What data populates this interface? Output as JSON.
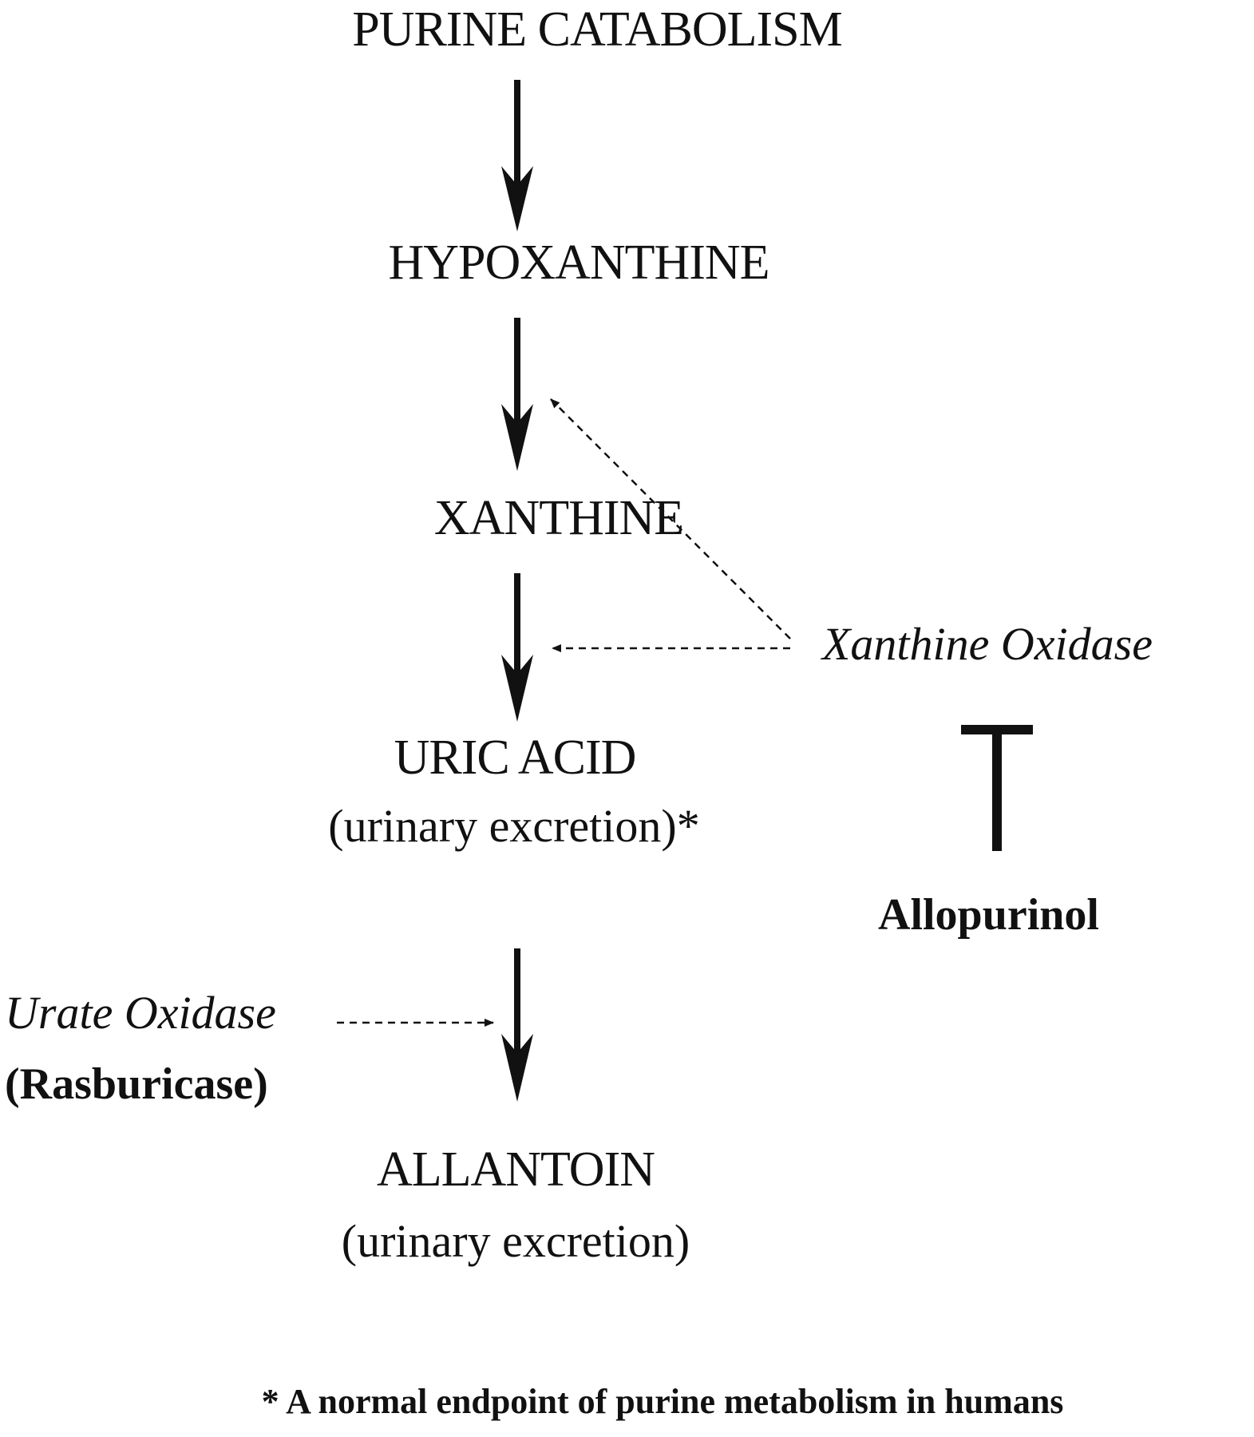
{
  "nodes": {
    "purine_catabolism": "PURINE CATABOLISM",
    "hypoxanthine": "HYPOXANTHINE",
    "xanthine": "XANTHINE",
    "uric_acid": "URIC ACID",
    "uric_acid_note": "(urinary excretion)*",
    "allantoin": "ALLANTOIN",
    "allantoin_note": "(urinary excretion)"
  },
  "enzymes": {
    "xanthine_oxidase": "Xanthine Oxidase",
    "urate_oxidase": "Urate Oxidase",
    "rasburicase": "(Rasburicase)"
  },
  "drugs": {
    "allopurinol": "Allopurinol"
  },
  "footnote": "* A normal endpoint of purine metabolism in humans",
  "colors": {
    "ink": "#111111",
    "background": "#ffffff"
  }
}
